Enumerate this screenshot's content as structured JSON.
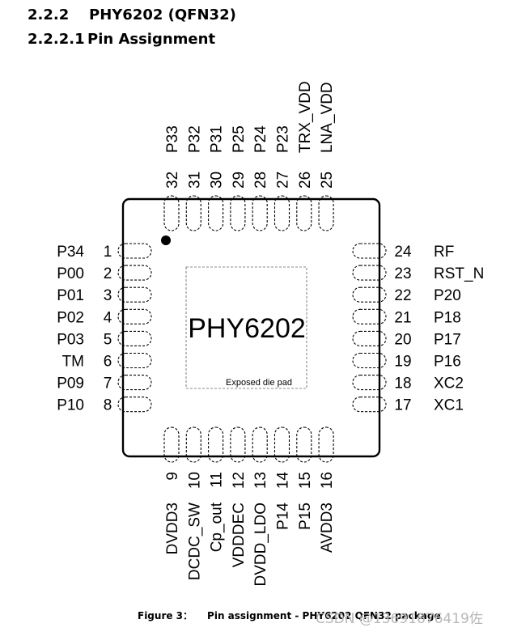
{
  "headings": [
    {
      "number": "2.2.2",
      "title": "PHY6202 (QFN32)"
    },
    {
      "number": "2.2.2.1",
      "title": "Pin Assignment"
    }
  ],
  "chip": {
    "name": "PHY6202",
    "pad_label": "Exposed die pad"
  },
  "pins": {
    "left": [
      {
        "num": "1",
        "name": "P34"
      },
      {
        "num": "2",
        "name": "P00"
      },
      {
        "num": "3",
        "name": "P01"
      },
      {
        "num": "4",
        "name": "P02"
      },
      {
        "num": "5",
        "name": "P03"
      },
      {
        "num": "6",
        "name": "TM"
      },
      {
        "num": "7",
        "name": "P09"
      },
      {
        "num": "8",
        "name": "P10"
      }
    ],
    "bottom": [
      {
        "num": "9",
        "name": "DVDD3"
      },
      {
        "num": "10",
        "name": "DCDC_SW"
      },
      {
        "num": "11",
        "name": "Cp_out"
      },
      {
        "num": "12",
        "name": "VDDDEC"
      },
      {
        "num": "13",
        "name": "DVDD_LDO"
      },
      {
        "num": "14",
        "name": "P14"
      },
      {
        "num": "15",
        "name": "P15"
      },
      {
        "num": "16",
        "name": "AVDD3"
      }
    ],
    "right": [
      {
        "num": "24",
        "name": "RF"
      },
      {
        "num": "23",
        "name": "RST_N"
      },
      {
        "num": "22",
        "name": "P20"
      },
      {
        "num": "21",
        "name": "P18"
      },
      {
        "num": "20",
        "name": "P17"
      },
      {
        "num": "19",
        "name": "P16"
      },
      {
        "num": "18",
        "name": "XC2"
      },
      {
        "num": "17",
        "name": "XC1"
      }
    ],
    "top": [
      {
        "num": "32",
        "name": "P33"
      },
      {
        "num": "31",
        "name": "P32"
      },
      {
        "num": "30",
        "name": "P31"
      },
      {
        "num": "29",
        "name": "P25"
      },
      {
        "num": "28",
        "name": "P24"
      },
      {
        "num": "27",
        "name": "P23"
      },
      {
        "num": "26",
        "name": "TRX_VDD"
      },
      {
        "num": "25",
        "name": "LNA_VDD"
      }
    ]
  },
  "caption": {
    "label": "Figure 3：",
    "text": "Pin assignment - PHY6202 QFN32 package"
  },
  "watermark": "CSDN @13691676419佐"
}
